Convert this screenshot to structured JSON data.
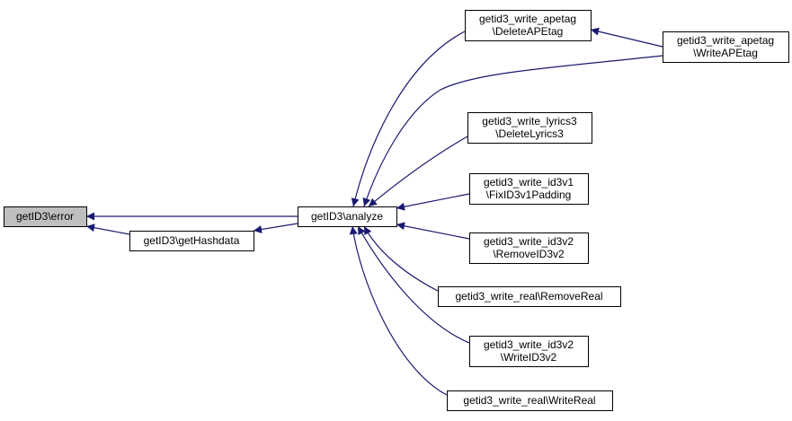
{
  "colors": {
    "edge": "#191970",
    "node_border": "#000000",
    "node_fill": "#ffffff",
    "highlight_fill": "#bfbfbf"
  },
  "nodes": [
    {
      "id": "error",
      "lines": [
        "getID3\\error"
      ],
      "highlight": true
    },
    {
      "id": "getHashdata",
      "lines": [
        "getID3\\getHashdata"
      ]
    },
    {
      "id": "analyze",
      "lines": [
        "getID3\\analyze"
      ]
    },
    {
      "id": "DeleteAPEtag",
      "lines": [
        "getid3_write_apetag",
        "\\DeleteAPEtag"
      ]
    },
    {
      "id": "WriteAPEtag",
      "lines": [
        "getid3_write_apetag",
        "\\WriteAPEtag"
      ]
    },
    {
      "id": "DeleteLyrics3",
      "lines": [
        "getid3_write_lyrics3",
        "\\DeleteLyrics3"
      ]
    },
    {
      "id": "FixID3v1Padding",
      "lines": [
        "getid3_write_id3v1",
        "\\FixID3v1Padding"
      ]
    },
    {
      "id": "RemoveID3v2",
      "lines": [
        "getid3_write_id3v2",
        "\\RemoveID3v2"
      ]
    },
    {
      "id": "RemoveReal",
      "lines": [
        "getid3_write_real\\RemoveReal"
      ]
    },
    {
      "id": "WriteID3v2",
      "lines": [
        "getid3_write_id3v2",
        "\\WriteID3v2"
      ]
    },
    {
      "id": "WriteReal",
      "lines": [
        "getid3_write_real\\WriteReal"
      ]
    }
  ],
  "edges": [
    {
      "from": "analyze",
      "to": "error"
    },
    {
      "from": "getHashdata",
      "to": "error"
    },
    {
      "from": "analyze",
      "to": "getHashdata"
    },
    {
      "from": "DeleteAPEtag",
      "to": "analyze"
    },
    {
      "from": "WriteAPEtag",
      "to": "analyze"
    },
    {
      "from": "WriteAPEtag",
      "to": "DeleteAPEtag"
    },
    {
      "from": "DeleteLyrics3",
      "to": "analyze"
    },
    {
      "from": "FixID3v1Padding",
      "to": "analyze"
    },
    {
      "from": "RemoveID3v2",
      "to": "analyze"
    },
    {
      "from": "RemoveReal",
      "to": "analyze"
    },
    {
      "from": "WriteID3v2",
      "to": "analyze"
    },
    {
      "from": "WriteReal",
      "to": "analyze"
    }
  ]
}
